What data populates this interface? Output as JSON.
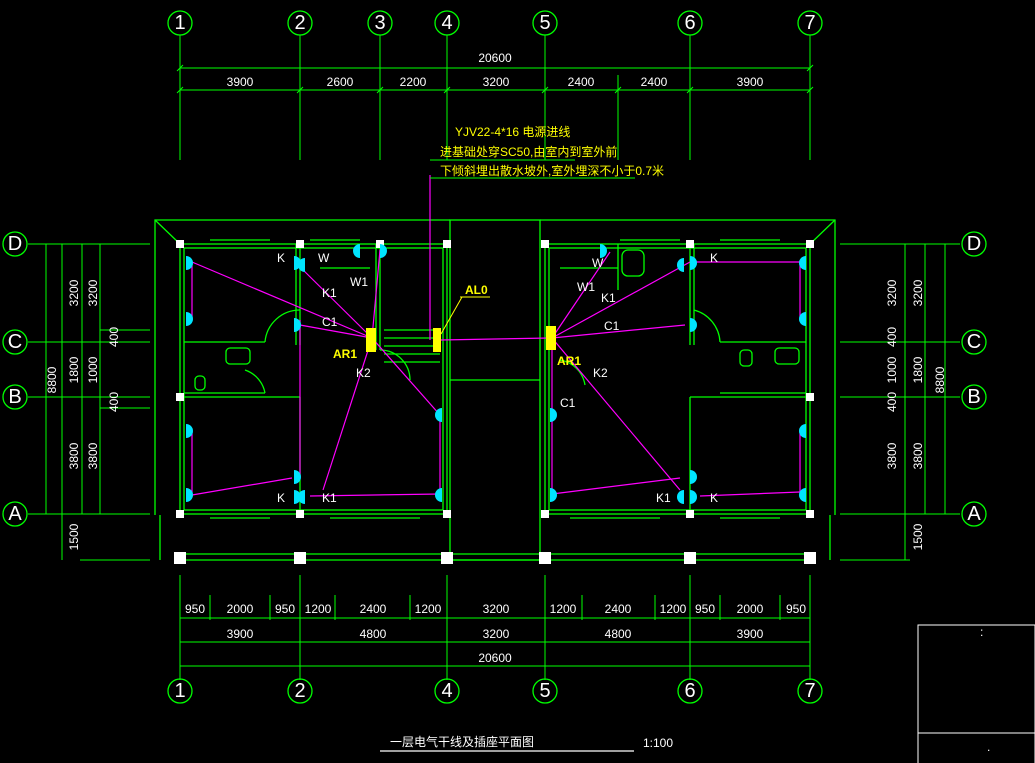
{
  "axes": {
    "top": [
      "1",
      "2",
      "3",
      "4",
      "5",
      "6",
      "7"
    ],
    "bottom": [
      "1",
      "2",
      "4",
      "5",
      "6",
      "7"
    ],
    "left": [
      "D",
      "C",
      "B",
      "A"
    ],
    "right": [
      "D",
      "C",
      "B",
      "A"
    ]
  },
  "dims": {
    "top_total": "20600",
    "top_segments": [
      "3900",
      "2600",
      "2200",
      "3200",
      "2400",
      "2400",
      "3900"
    ],
    "bottom_detail": [
      "950",
      "2000",
      "950",
      "1200",
      "2400",
      "1200",
      "3200",
      "1200",
      "2400",
      "1200",
      "950",
      "2000",
      "950"
    ],
    "bottom_bays": [
      "3900",
      "4800",
      "3200",
      "4800",
      "3900"
    ],
    "bottom_total": "20600",
    "left_outer": [
      "3200",
      "1800",
      "3800",
      "1500"
    ],
    "left_total": "8800",
    "left_inner": [
      "3200",
      "400",
      "1000",
      "400",
      "3800"
    ],
    "right_inner": [
      "3200",
      "400",
      "1000",
      "400",
      "3800",
      "1500"
    ],
    "right_outer": [
      "3200",
      "1800",
      "3800"
    ],
    "right_total": "8800"
  },
  "notes": {
    "line1": "YJV22-4*16 电源进线",
    "line2": "进基础处穿SC50,由室内到室外前",
    "line3": "下倾斜埋出散水坡外,室外埋深不小于0.7米"
  },
  "panels": {
    "al0": "AL0",
    "ar1_left": "AR1",
    "ar1_right": "AR1"
  },
  "circuits": {
    "k": "K",
    "k1": "K1",
    "k2": "K2",
    "c1": "C1",
    "w": "W",
    "w1": "W1"
  },
  "title": {
    "main": "一层电气干线及插座平面图",
    "scale": "1:100"
  },
  "title_block": {
    "mark1": ":",
    "mark2": "."
  },
  "colors": {
    "line": "#00ff00",
    "wire": "#ff00ff",
    "device": "#00e5ff",
    "panel": "#ffff00",
    "background": "#000000"
  }
}
